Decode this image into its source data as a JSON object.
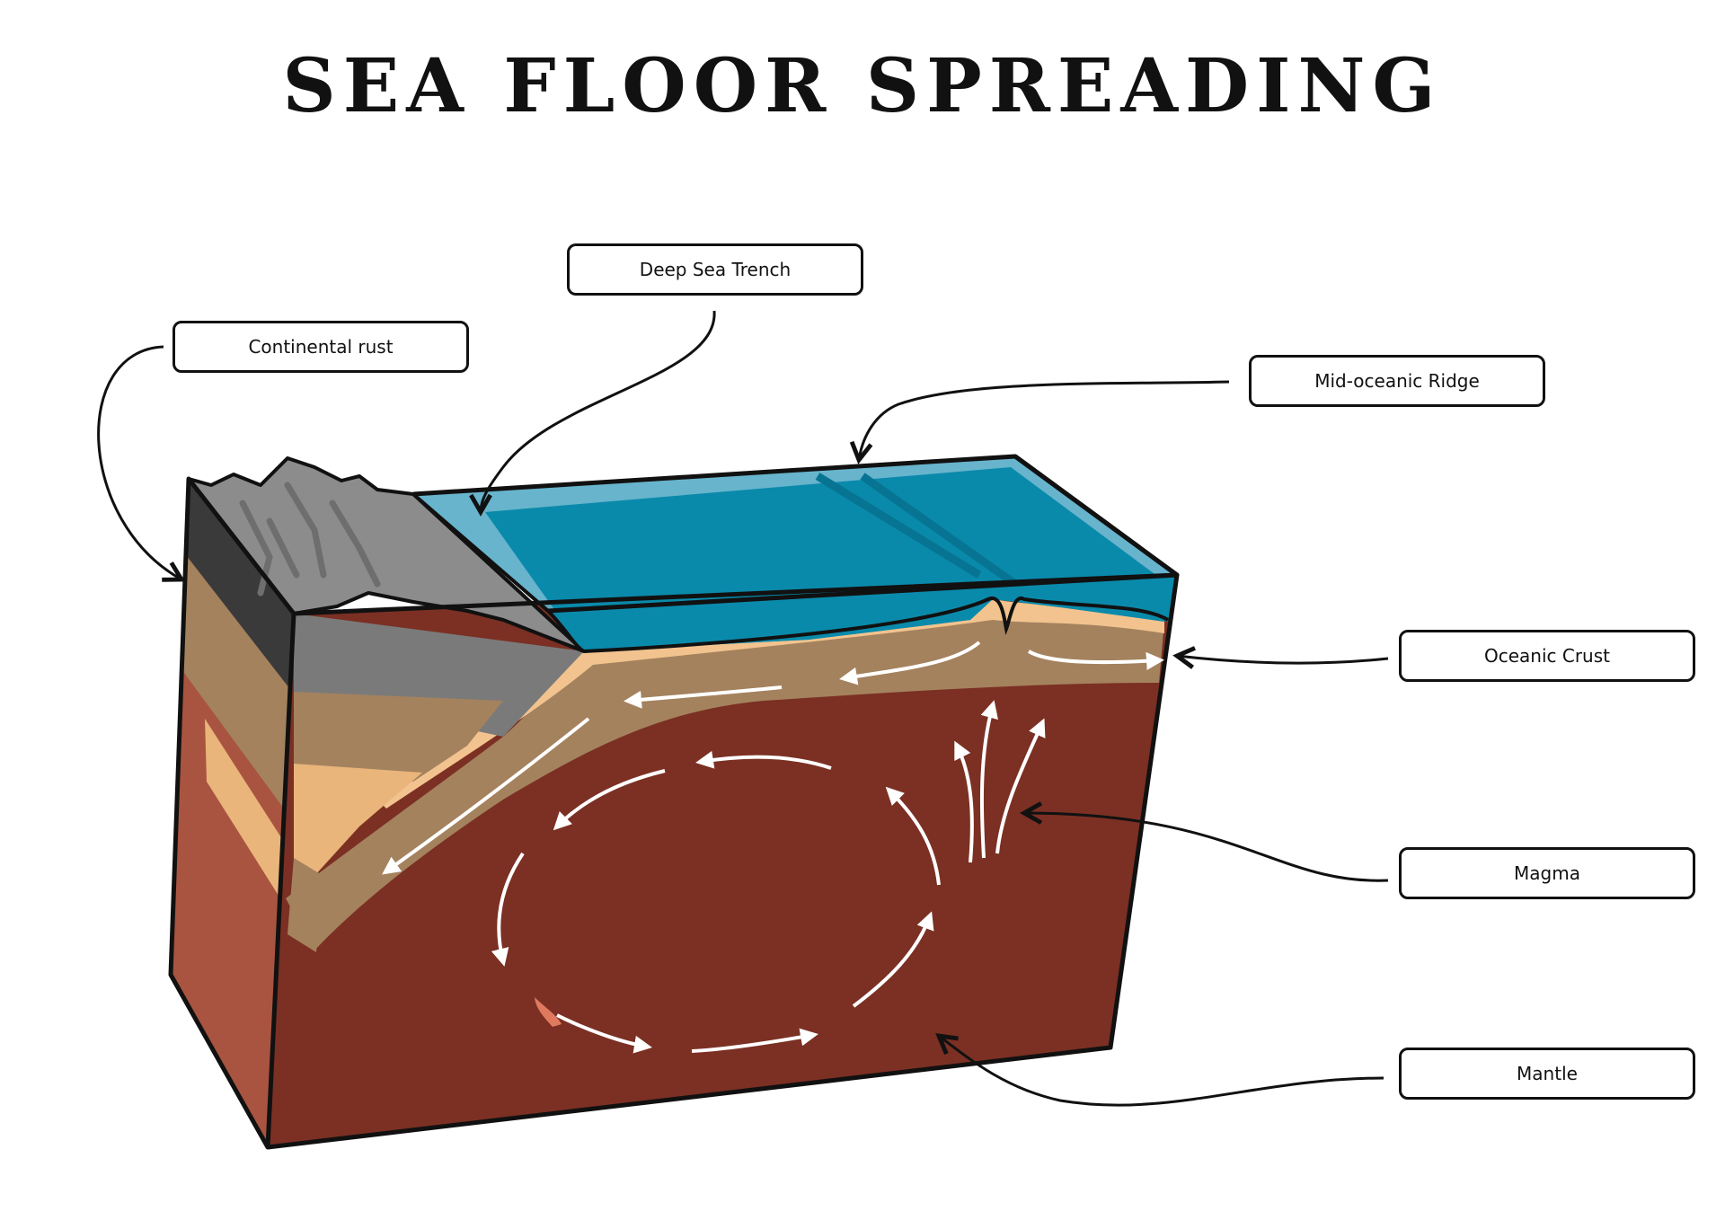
{
  "title": "SEA FLOOR SPREADING",
  "labels": {
    "deep_sea_trench": "Deep Sea Trench",
    "continental_crust": "Continental rust",
    "mid_oceanic_ridge": "Mid-oceanic Ridge",
    "oceanic_crust": "Oceanic Crust",
    "magma": "Magma",
    "mantle": "Mantle"
  },
  "colors": {
    "ocean": "#0a8aab",
    "ocean_top": "#5fb0c9",
    "mantle": "#7b3023",
    "mantle_side": "#a95440",
    "crust_brown": "#a4825e",
    "crust_sand": "#f2c38e",
    "mountain_gray": "#8c8c8c"
  }
}
